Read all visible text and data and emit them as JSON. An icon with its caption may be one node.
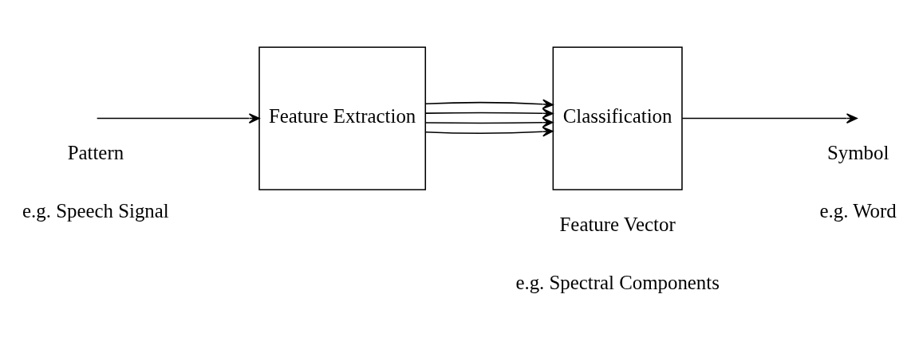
{
  "diagram": {
    "nodes": [
      {
        "text": [
          "Feature Extraction"
        ]
      },
      {
        "text": [
          "Classification"
        ]
      }
    ],
    "edges": [
      {
        "from": null,
        "to": 0,
        "arrow": "to"
      },
      {
        "from": 0,
        "to": 1,
        "arrow": "to"
      },
      {
        "from": 0,
        "to": 1,
        "arrow": "to"
      },
      {
        "from": 0,
        "to": 1,
        "arrow": "to"
      },
      {
        "from": 0,
        "to": 1,
        "arrow": "to"
      },
      {
        "from": 1,
        "to": null,
        "arrow": "to"
      }
    ],
    "labels": [
      "Pattern",
      "e.g. Speech Signal",
      "Feature Vector",
      "e.g. Spectral Components",
      "Symbol",
      "e.g. Word"
    ]
  }
}
